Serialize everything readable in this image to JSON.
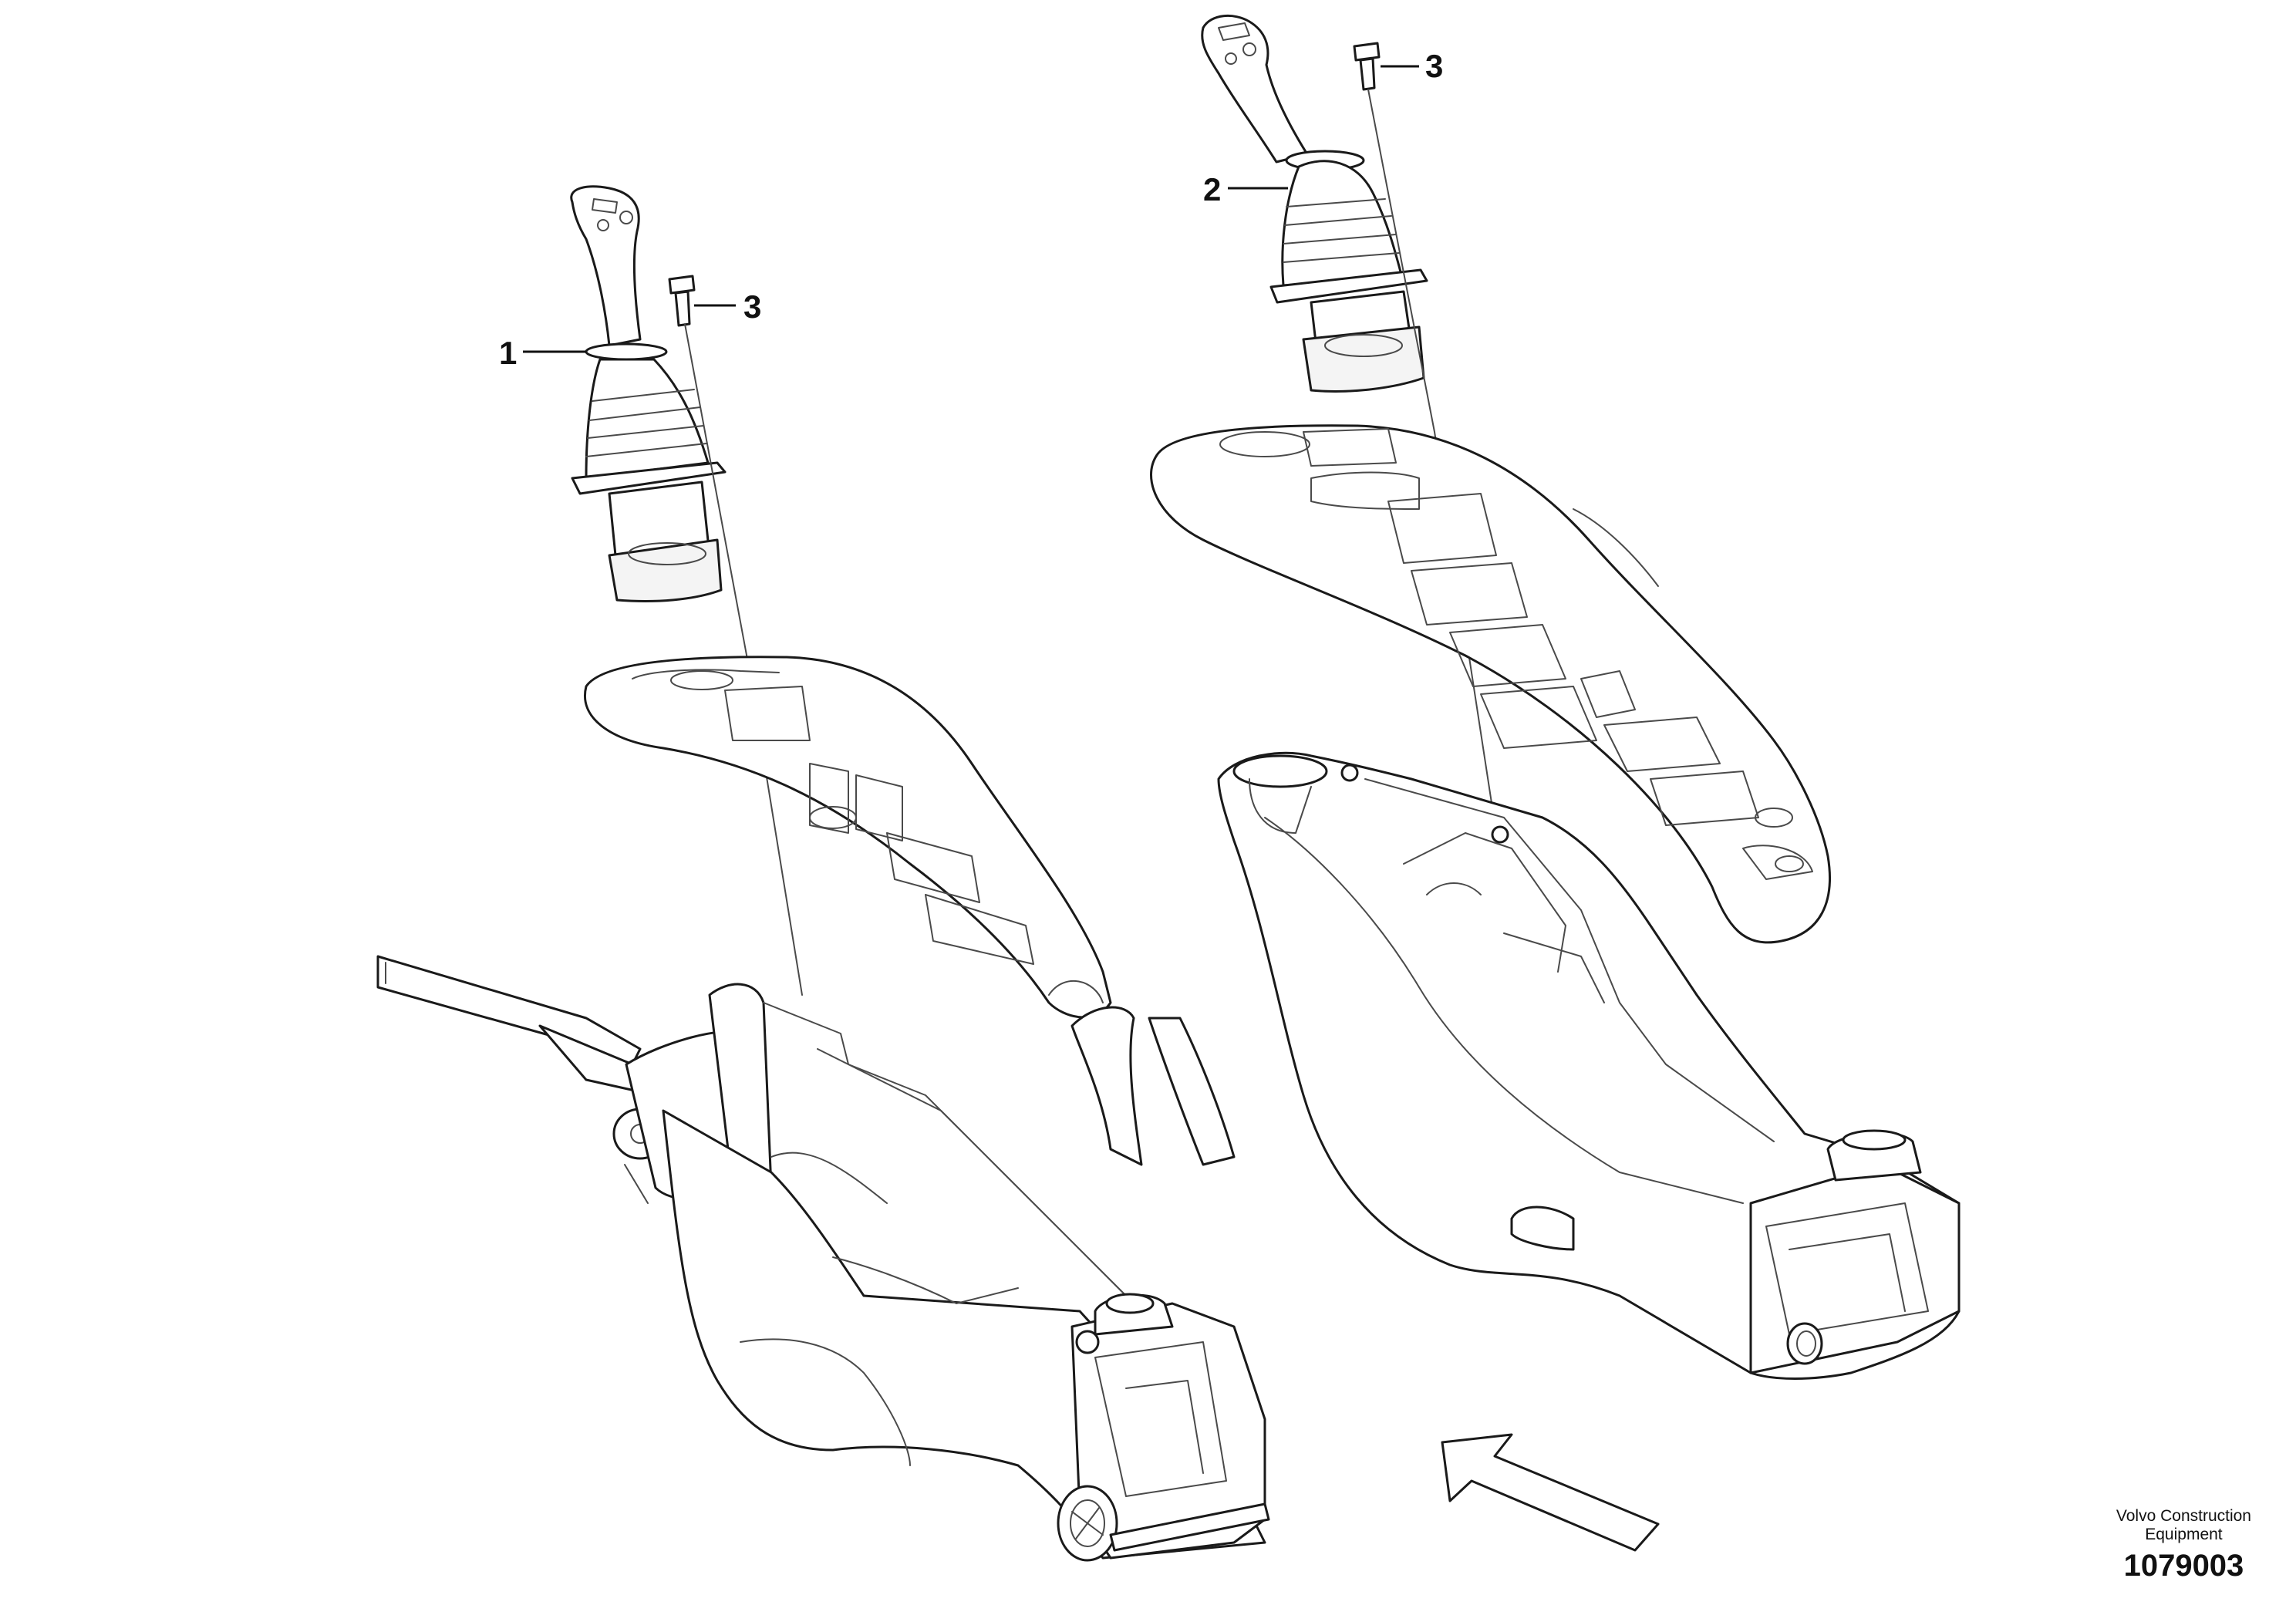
{
  "callouts": [
    {
      "label": "1"
    },
    {
      "label": "2"
    },
    {
      "label": "3"
    },
    {
      "label": "3"
    }
  ],
  "footer": {
    "company_line1": "Volvo Construction",
    "company_line2": "Equipment",
    "document_number": "1079003"
  }
}
